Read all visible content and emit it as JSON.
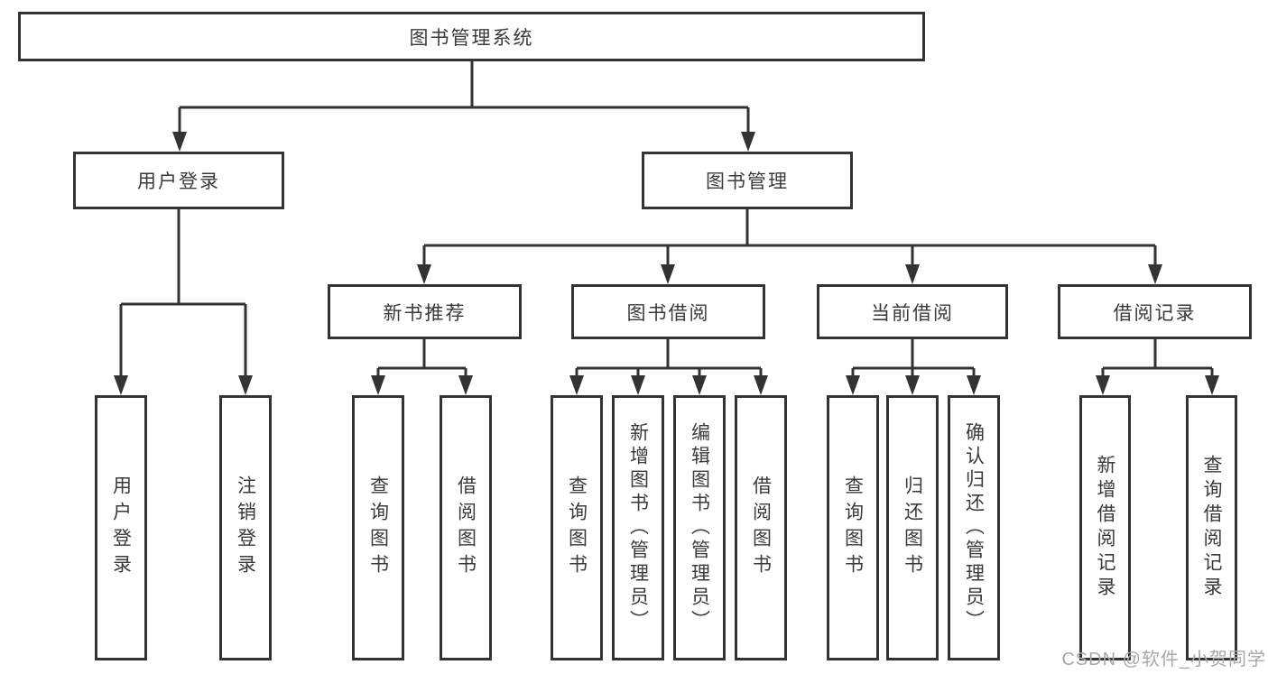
{
  "tree": {
    "root": {
      "label": "图书管理系统",
      "children": [
        {
          "label": "用户登录",
          "children": [
            {
              "label": "用户登录"
            },
            {
              "label": "注销登录"
            }
          ]
        },
        {
          "label": "图书管理",
          "children": [
            {
              "label": "新书推荐",
              "children": [
                {
                  "label": "查询图书"
                },
                {
                  "label": "借阅图书"
                }
              ]
            },
            {
              "label": "图书借阅",
              "children": [
                {
                  "label": "查询图书"
                },
                {
                  "label": "新增图书（管理员）"
                },
                {
                  "label": "编辑图书（管理员）"
                },
                {
                  "label": "借阅图书"
                }
              ]
            },
            {
              "label": "当前借阅",
              "children": [
                {
                  "label": "查询图书"
                },
                {
                  "label": "归还图书"
                },
                {
                  "label": "确认归还（管理员）"
                }
              ]
            },
            {
              "label": "借阅记录",
              "children": [
                {
                  "label": "新增借阅记录"
                },
                {
                  "label": "查询借阅记录"
                }
              ]
            }
          ]
        }
      ]
    }
  },
  "watermark": "CSDN @软件_小贺同学",
  "colors": {
    "line": "#333333",
    "text": "#3a3a3a",
    "background": "#ffffff",
    "watermark": "#a8a8a8"
  }
}
